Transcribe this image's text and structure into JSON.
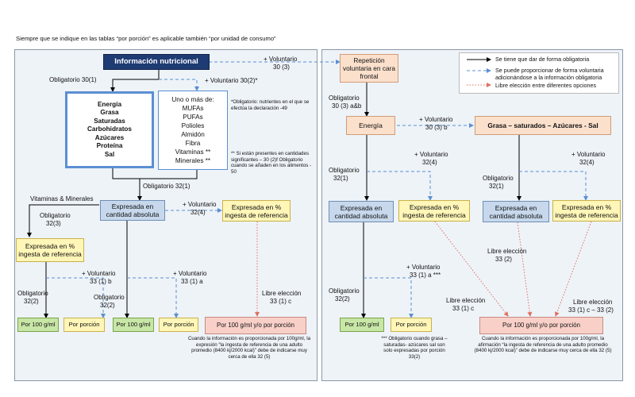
{
  "header_note": "Siempre que se indique en las tablas “por porción” es aplicable también “por unidad de consumo”",
  "legend": {
    "solid": "Se tiene que dar de forma obligatoria",
    "dashed_line1": "Se puede proporcionar de forma voluntaria",
    "dashed_line2": "adicionándose a la información obligatoria",
    "dotted": "Libre elección entre diferentes opciones"
  },
  "left": {
    "info_box": "Información nutricional",
    "vol_top_1": "+ Voluntario",
    "vol_top_2": "30 (3)",
    "oblig_30_1": "Obligatorio 30(1)",
    "vol_30_2": "+ Voluntario 30(2)*",
    "mandatory_list": [
      "Energía",
      "Grasa",
      "Saturadas",
      "Carbohidratos",
      "Azúcares",
      "Proteína",
      "Sal"
    ],
    "optional_list": [
      "Uno o más de:",
      "MUFAs",
      "PUFAs",
      "Polioles",
      "Almidón",
      "Fibra",
      "Vitaminas **",
      "Minerales **"
    ],
    "note_star": "*Obligatorio: nutrientes en el que se efectúa la declaración -49",
    "note_double_star": "** Si están presentes en cantidades significantes – 30 (2)f Obligatorio cuando se añaden en los alimentos - 50",
    "oblig_32_1": "Obligatorio 32(1)",
    "vitaminas_minerales": "Vitaminas & Minerales",
    "oblig_32_3_a": "Obligatorio",
    "oblig_32_3_b": "32(3)",
    "expresada_abs": "Expresada en cantidad absoluta",
    "vol_32_4_a": "+ Voluntario",
    "vol_32_4_b": "32(4)",
    "expresada_pct_right": "Expresada en % ingesta de referencia",
    "expresada_pct_left": "Expresada en % ingesta de referencia",
    "oblig_32_2_a_1": "Obligatorio",
    "oblig_32_2_a_2": "32(2)",
    "vol_33_1b_1": "+ Voluntario",
    "vol_33_1b_2": "33 (1) b",
    "vol_33_1a_1": "+ Voluntario",
    "vol_33_1a_2": "33 (1) a",
    "oblig_32_2_b_1": "Obligatorio",
    "oblig_32_2_b_2": "32(2)",
    "libre_1": "Libre elección",
    "libre_2": "33 (1) c",
    "por100_a": "Por 100 g/ml",
    "porcion_a": "Por porción",
    "por100_b": "Por 100 g/ml",
    "porcion_b": "Por porción",
    "por100_or_porcion": "Por 100 g/ml y/o por porción",
    "bottom_note": "Cuando la información es proporcionada por 100g/ml, la expresión “la ingesta de referencia de una adulto promedio (8400 kj/2000 kcal)” debe de indicarse muy cerca de ella 32 (5)"
  },
  "right": {
    "repeticion": "Repetición voluntaria en cara frontal",
    "oblig_30_3_1": "Obligatorio",
    "oblig_30_3_2": "30 (3) a&b",
    "energia": "Energía",
    "vol_30_3b_1": "+ Voluntario",
    "vol_30_3b_2": "30 (3) b",
    "grasa_sal": "Grasa – saturados – Azúcares - Sal",
    "vol_32_4_l_1": "+ Voluntario",
    "vol_32_4_l_2": "32(4)",
    "vol_32_4_r_1": "+ Voluntario",
    "vol_32_4_r_2": "32(4)",
    "oblig_32_1_l_1": "Obligatorio",
    "oblig_32_1_l_2": "32(1)",
    "oblig_32_1_r_1": "Obligatorio",
    "oblig_32_1_r_2": "32(1)",
    "expresada_abs_l": "Expresada en cantidad absoluta",
    "expresada_pct_l": "Expresada en % ingesta de referencia",
    "expresada_abs_r": "Expresada en cantidad absoluta",
    "expresada_pct_r": "Expresada en % ingesta de referencia",
    "libre_33_2_1": "Libre elección",
    "libre_33_2_2": "33 (2)",
    "vol_33_1a_1": "+ Voluntario",
    "vol_33_1a_2": "33 (1) a ***",
    "oblig_32_2_1": "Obligatorio",
    "oblig_32_2_2": "32(2)",
    "libre_33_1c_1": "Libre elección",
    "libre_33_1c_2": "33 (1) c",
    "libre_33_1c_33_2_1": "Libre elección",
    "libre_33_1c_33_2_2": "33 (1) c – 33 (2)",
    "por100": "Por 100 g/ml",
    "porcion": "Por porción",
    "por100_or_porcion": "Por 100 g/ml y/o por porción",
    "note_triple_star": "*** Obligatorio cuando grasa – saturadas- azúcares sal son solo expresadas por porción 33(2)",
    "bottom_note": "Cuando la información es proporcionada por 100g/ml, la afirmación “la ingesta de referencia de una adulto promedio (8400 kj/2000 kcal)” debe de indicarse muy cerca de ella 32 (5)"
  },
  "colors": {
    "navy": "#1f3b73",
    "blue_box": "#c7d8ec",
    "yellow_box": "#fff6b8",
    "green_box": "#c8e6a6",
    "peach_box": "#fbe0cc",
    "pink_box": "#f8d0c8",
    "dashed": "#5b8fd3",
    "dotted": "#e07060"
  }
}
